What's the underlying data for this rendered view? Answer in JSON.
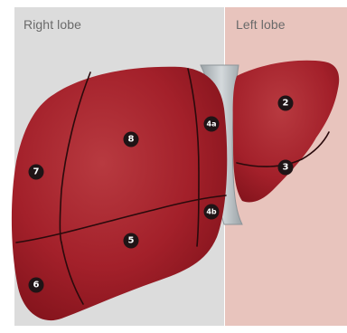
{
  "labels": {
    "right_lobe": "Right lobe",
    "left_lobe": "Left lobe"
  },
  "segments": [
    "2",
    "3",
    "4a",
    "4b",
    "5",
    "6",
    "7",
    "8"
  ],
  "colors": {
    "right_panel": "#dcdcdc",
    "left_panel": "#e8c4bd",
    "label_text": "#6a6a6a",
    "liver_fill": "#a3202a",
    "liver_dark": "#7d1119",
    "liver_light": "#c24a4f",
    "segment_line": "#2a0a0c",
    "ligament": "#b7bec2",
    "badge": "#1f1416"
  }
}
